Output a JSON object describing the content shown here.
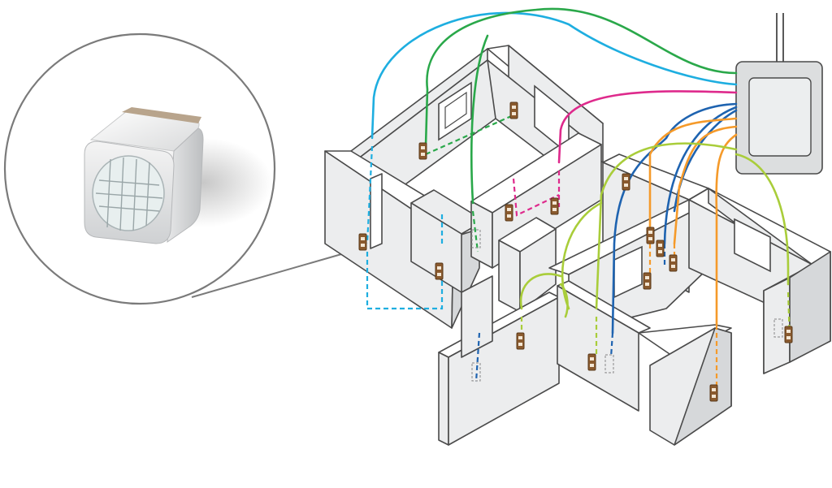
{
  "colors": {
    "blue": "#1eaee0",
    "green": "#2aa84a",
    "magenta": "#de2a8c",
    "navy": "#1e63b0",
    "orange": "#f59a2a",
    "lime": "#a9cd3a",
    "wall_outline": "#4a4a4a",
    "wall_side": "#ecedee",
    "outlet": "#8a5a2e",
    "panel": "#dcdedf"
  },
  "wires": [
    {
      "color_key": "blue",
      "d": "blue-main"
    },
    {
      "color_key": "green",
      "d": "green-main"
    },
    {
      "color_key": "magenta",
      "d": "magenta-main"
    },
    {
      "color_key": "navy",
      "d": "navy-main"
    },
    {
      "color_key": "orange",
      "d": "orange-main"
    },
    {
      "color_key": "lime",
      "d": "lime-main"
    }
  ],
  "icons": {
    "panel": "junction-box-icon",
    "outlet": "wall-outlet-icon",
    "detail": "nightlight-device-icon"
  }
}
